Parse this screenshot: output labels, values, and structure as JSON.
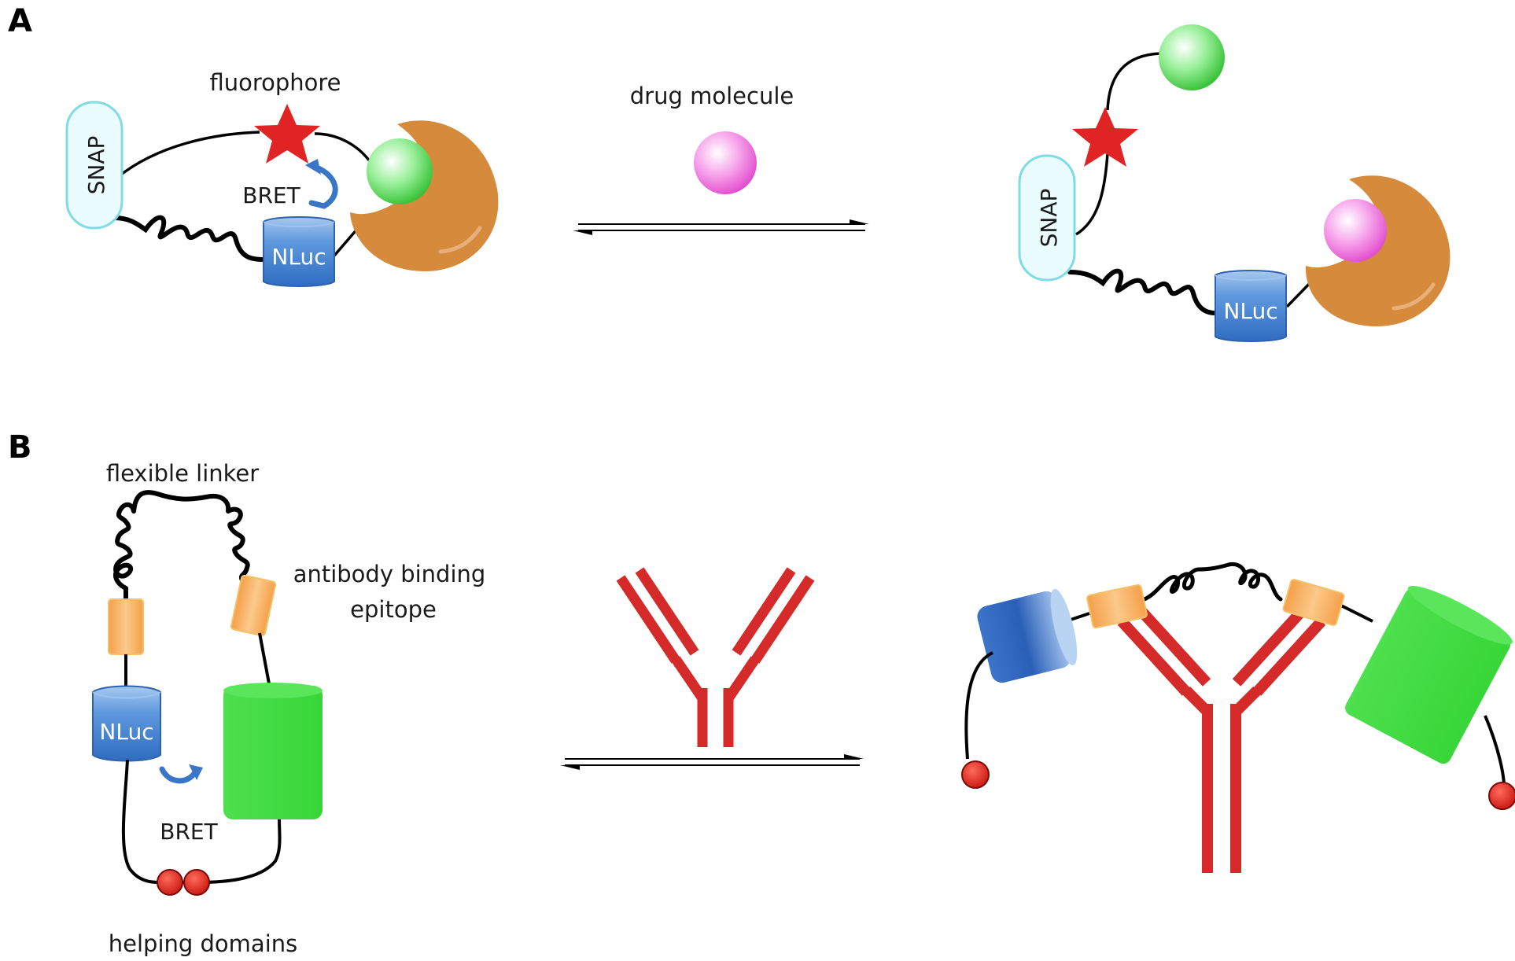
{
  "panels": {
    "a": {
      "letter": "A",
      "left": {
        "fluorophore_label": "fluorophore",
        "snap_label": "SNAP",
        "bret_label": "BRET",
        "nluc_label": "NLuc"
      },
      "center": {
        "drug_label": "drug molecule"
      },
      "right": {
        "snap_label": "SNAP",
        "nluc_label": "NLuc"
      }
    },
    "b": {
      "letter": "B",
      "left": {
        "linker_label": "flexible linker",
        "epitope_label_line1": "antibody binding",
        "epitope_label_line2": "epitope",
        "nluc_label": "NLuc",
        "bret_label": "BRET",
        "helping_label": "helping domains"
      }
    }
  },
  "colors": {
    "snap_fill": "#eafcfe",
    "snap_stroke": "#7fdbe6",
    "nluc": "#3f7fcf",
    "receptor": "#d68a3c",
    "ligand_green": "#2ecc2e",
    "drug_pink": "#e84bd0",
    "star": "#e02424",
    "antibody": "#d42a2a",
    "epitope": "#f3a548",
    "green_cylinder": "#44dd44",
    "helping_dot": "#d41f1f",
    "bret_arrow": "#3a76c8"
  }
}
